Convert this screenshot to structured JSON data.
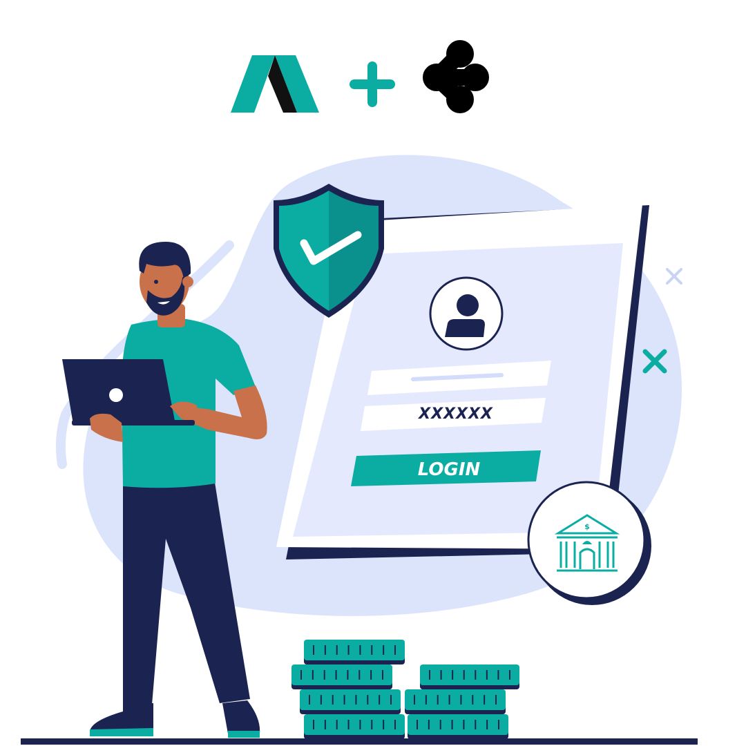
{
  "login_form": {
    "username_value": "",
    "password_value": "XXXXXX",
    "login_label": "LOGIN"
  },
  "bank_badge": {
    "currency_symbol": "$"
  },
  "icons": {
    "logo_left": "brand-a-logo",
    "plus": "plus-icon",
    "logo_right": "network-share-logo",
    "shield": "shield-check-icon",
    "user": "user-avatar-icon",
    "bank": "bank-icon",
    "laptop": "laptop-icon"
  },
  "colors": {
    "teal": "#0bada3",
    "navy": "#1b2450",
    "lavender": "#dce4fc",
    "panel": "#e4e9fe",
    "skin": "#c8714a"
  }
}
